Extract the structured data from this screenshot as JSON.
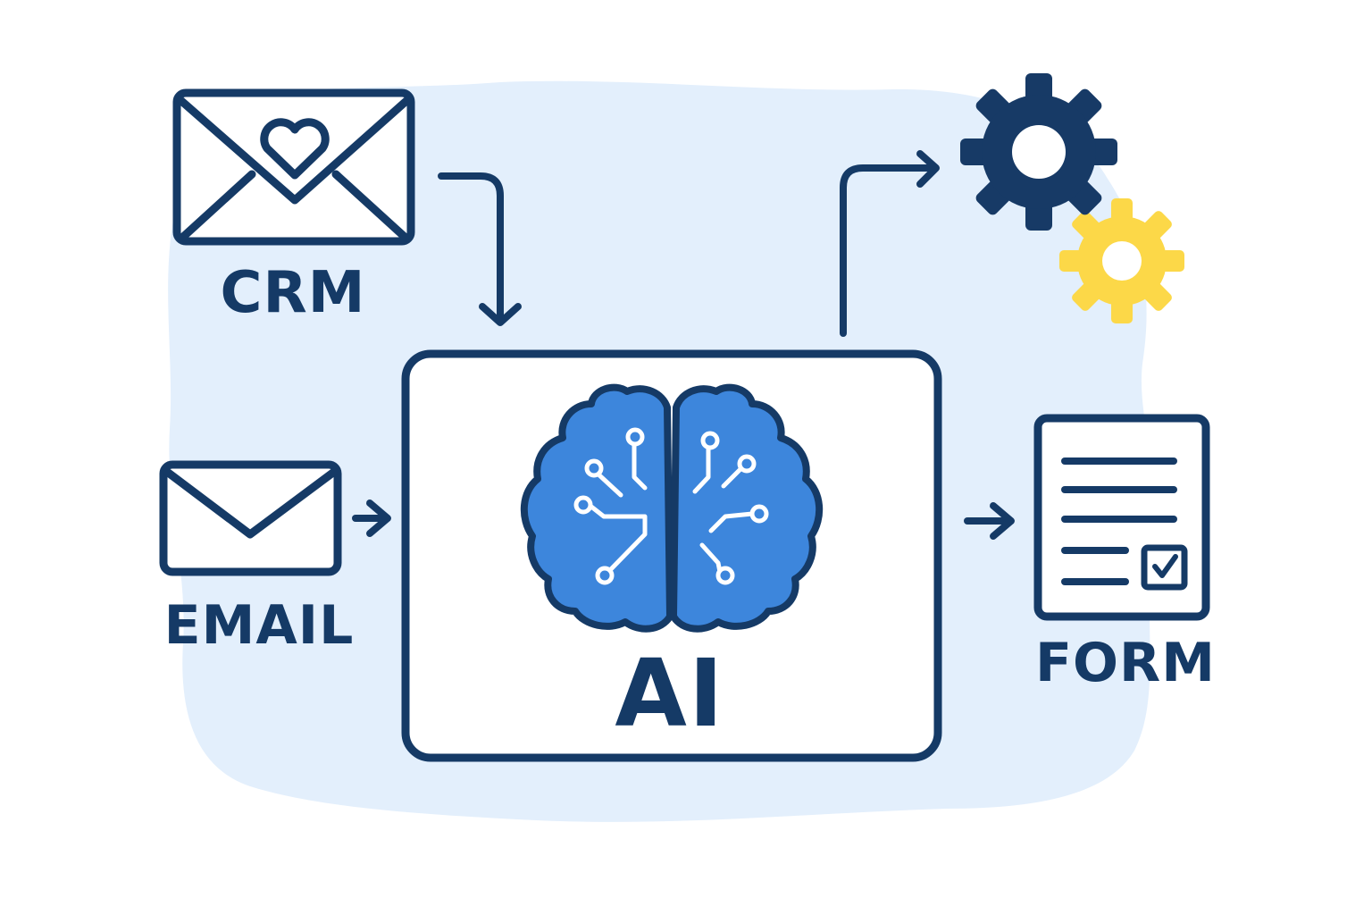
{
  "nodes": {
    "crm": {
      "label": "CRM",
      "icon": "envelope-heart-icon"
    },
    "email": {
      "label": "EMAIL",
      "icon": "envelope-icon"
    },
    "ai": {
      "label": "AI",
      "icon": "brain-circuit-icon"
    },
    "form": {
      "label": "FORM",
      "icon": "form-document-icon"
    },
    "automation": {
      "icon": "gears-icon"
    }
  },
  "edges": [
    {
      "from": "crm",
      "to": "ai"
    },
    {
      "from": "email",
      "to": "ai"
    },
    {
      "from": "ai",
      "to": "form"
    },
    {
      "from": "ai",
      "to": "automation"
    }
  ],
  "colors": {
    "navy": "#153a66",
    "brain_blue": "#3d86dc",
    "background_blob": "#e3effc",
    "gear_yellow": "#fcd848",
    "gear_navy": "#173a66"
  }
}
